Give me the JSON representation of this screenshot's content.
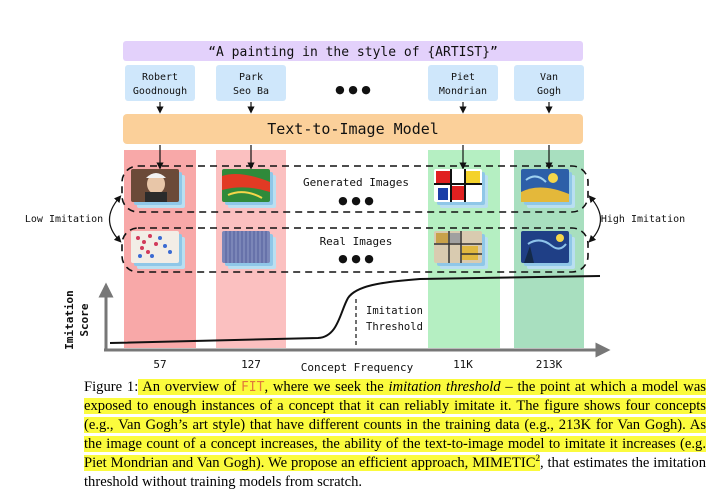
{
  "figure": {
    "prompt": "“A painting in the style of {ARTIST}”",
    "artists": [
      {
        "line1": "Robert",
        "line2": "Goodnough"
      },
      {
        "line1": "Park",
        "line2": "Seo Ba"
      },
      {
        "line1": "Piet",
        "line2": "Mondrian"
      },
      {
        "line1": "Van",
        "line2": "Gogh"
      }
    ],
    "ellipsis": "●  ●  ●",
    "model_label": "Text-to-Image Model",
    "generated_label": "Generated Images",
    "real_label": "Real Images",
    "low_label": "Low Imitation",
    "high_label": "High Imitation",
    "threshold_line1": "Imitation",
    "threshold_line2": "Threshold",
    "ylabel_line1": "Imitation",
    "ylabel_line2": "Score",
    "xlabel": "Concept Frequency",
    "counts": [
      "57",
      "127",
      "11K",
      "213K"
    ],
    "colors": {
      "prompt_bar": "#e3d1fb",
      "artist_box": "#cfe7fb",
      "model_bar": "#fbd09a",
      "low_col_1": "#f8a8a8",
      "low_col_2": "#fbc0c0",
      "high_col_1": "#b5efc2",
      "high_col_2": "#a8dfbf",
      "highlight": "#fbfb3d"
    }
  },
  "caption": {
    "fig_label": "Figure 1:",
    "s1": " An overview of ",
    "fit": "FIT",
    "s2": ", where we seek the ",
    "it_term": "imitation threshold",
    "s3": " – the point at which a model was exposed to enough instances of a concept that it can reliably imitate it. The figure shows four concepts (e.g., Van Gogh’s art style) that have different counts in the training data (e.g., 213K for Van Gogh). As the image count of a concept increases, the ability of the text-to-image model to imitate it increases (e.g. Piet Mondrian and Van Gogh). We propose an efficient approach, MIMETIC",
    "sup": "2",
    "s4": ", that estimates the imitation threshold without training models from scratch."
  }
}
